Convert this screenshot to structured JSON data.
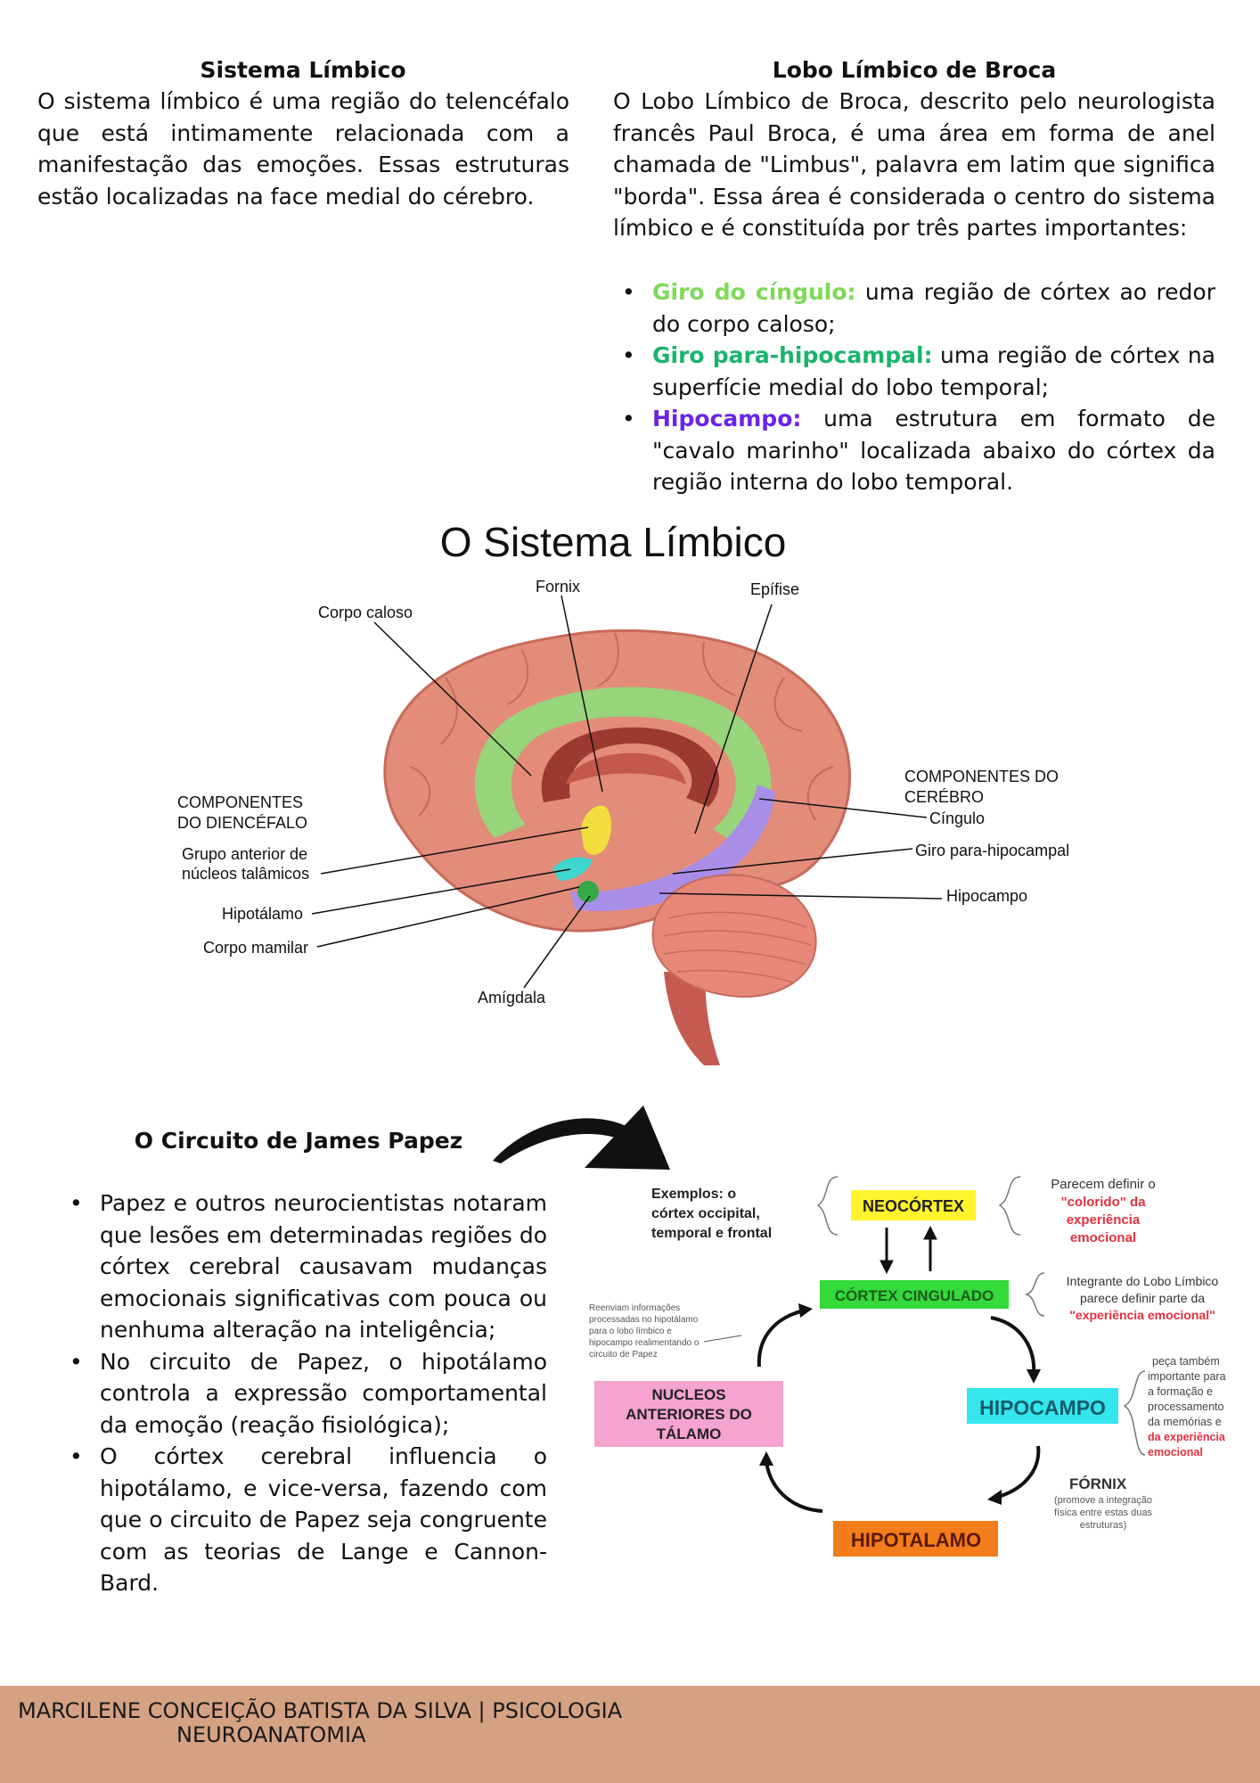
{
  "left_section": {
    "title": "Sistema Límbico",
    "text": "O sistema límbico é uma região do telencéfalo que está intimamente relacionada com a manifestação das emoções. Essas estruturas estão localizadas na face medial do cérebro."
  },
  "right_section": {
    "title": "Lobo Límbico de Broca",
    "text": "O Lobo Límbico de Broca, descrito pelo neurologista francês Paul Broca, é uma área em forma de anel chamada de \"Limbus\", palavra em latim que significa \"borda\". Essa área é considerada o centro do sistema límbico e é constituída por três partes importantes:",
    "items": [
      {
        "term": "Giro do cíngulo:",
        "text": " uma região de córtex ao redor do corpo caloso;",
        "term_color": "#7ed957"
      },
      {
        "term": "Giro para-hipocampal:",
        "text": " uma região de córtex na superfície medial do lobo temporal;",
        "term_color": "#19b46c"
      },
      {
        "term": "Hipocampo:",
        "text": " uma estrutura em formato de \"cavalo marinho\" localizada abaixo do córtex da região interna do lobo temporal.",
        "term_color": "#6a24e8"
      }
    ]
  },
  "brain_figure": {
    "title": "O Sistema Límbico",
    "labels": {
      "corpo_caloso": "Corpo caloso",
      "fornix": "Fornix",
      "epifise": "Epífise",
      "comp_diencefalo_1": "COMPONENTES",
      "comp_diencefalo_2": "DO DIENCÉFALO",
      "grupo_anterior_1": "Grupo anterior de",
      "grupo_anterior_2": "núcleos talâmicos",
      "hipotalamo": "Hipotálamo",
      "corpo_mamilar": "Corpo mamilar",
      "amigdala": "Amígdala",
      "comp_cerebro_1": "COMPONENTES DO",
      "comp_cerebro_2": "CERÉBRO",
      "cingulo": "Cíngulo",
      "giro_para": "Giro para-hipocampal",
      "hipocampo": "Hipocampo"
    }
  },
  "papez_section": {
    "title": "O Circuito de James Papez",
    "items": [
      "Papez e outros neurocientistas notaram que lesões em determinadas regiões do córtex cerebral causavam mudanças emocionais significativas com pouca ou nenhuma alteração na inteligência;",
      "No circuito de Papez, o hipotálamo controla a expressão comportamental da emoção (reação fisiológica);",
      "O córtex cerebral influencia o hipotálamo, e vice-versa, fazendo com que o circuito de Papez seja congruente com as teorias de Lange e Cannon-Bard."
    ]
  },
  "papez_diagram": {
    "neocortex": "NEOCÓRTEX",
    "examples_1": "Exemplos: o",
    "examples_2": "córtex occipital,",
    "examples_3": "temporal e frontal",
    "parecem_1": "Parecem definir o",
    "parecem_2": "\"colorido\" da",
    "parecem_3": "experiência",
    "parecem_4": "emocional",
    "cortex_cingulado": "CÓRTEX CINGULADO",
    "integrante_1": "Integrante do Lobo Límbico",
    "integrante_2": "parece definir parte da",
    "integrante_3": "\"experiência emocional\"",
    "reenviam_1": "Reenviam informações",
    "reenviam_2": "processadas no hipotálamo",
    "reenviam_3": "para o lobo límbico e",
    "reenviam_4": "hipocampo realimentando o",
    "reenviam_5": "circuito de Papez",
    "nucleos_1": "NUCLEOS",
    "nucleos_2": "ANTERIORES DO",
    "nucleos_3": "TÁLAMO",
    "hipocampo": "HIPOCAMPO",
    "peca_1": "peça também",
    "peca_2": "importante para",
    "peca_3": "a formação e",
    "peca_4": "processamento",
    "peca_5": "da memórias e",
    "peca_6": "da experiência",
    "peca_7": "emocional",
    "fornix": "FÓRNIX",
    "fornix_1": "(promove a integração",
    "fornix_2": "física entre estas duas",
    "fornix_3": "estruturas)",
    "hipotalamo": "HIPOTALAMO"
  },
  "footer": {
    "line1": "MARCILENE CONCEIÇÃO BATISTA DA SILVA | PSICOLOGIA",
    "line2": "NEUROANATOMIA",
    "background": "#d4a283"
  }
}
